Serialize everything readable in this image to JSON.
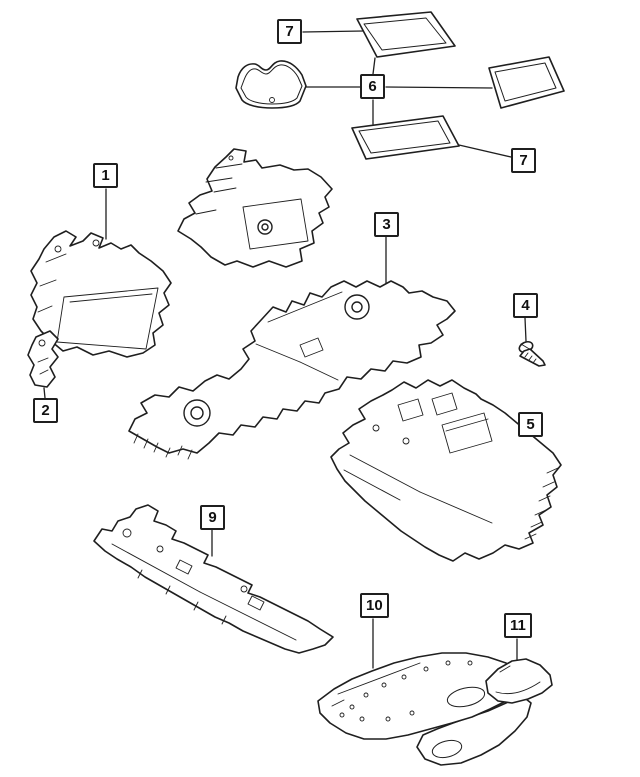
{
  "diagram": {
    "background_color": "#ffffff",
    "line_color": "#1f1f1f"
  },
  "callouts": [
    {
      "label": "7"
    },
    {
      "label": "6"
    },
    {
      "label": "7"
    },
    {
      "label": "1"
    },
    {
      "label": "3"
    },
    {
      "label": "2"
    },
    {
      "label": "4"
    },
    {
      "label": "5"
    },
    {
      "label": "9"
    },
    {
      "label": "10"
    },
    {
      "label": "11"
    }
  ]
}
